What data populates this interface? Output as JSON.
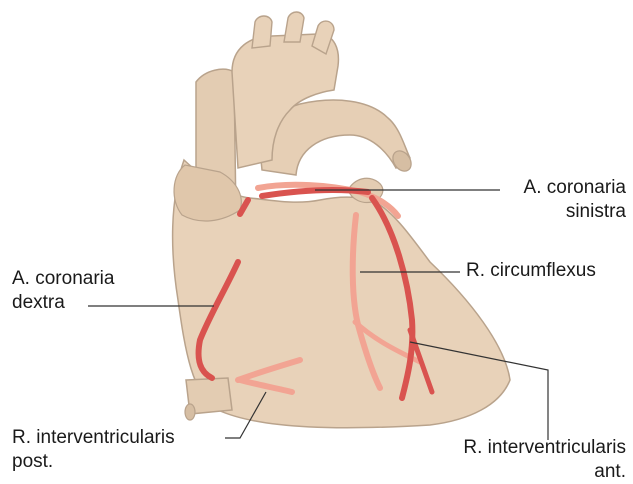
{
  "colors": {
    "heart_fill": "#e8d2b9",
    "heart_outline": "#b9a38c",
    "heart_shade": "#d9c0a3",
    "artery_dark": "#d9534f",
    "artery_light": "#f2a493",
    "text": "#1a1a1a",
    "leader": "#333333"
  },
  "labels": {
    "coronaria_sinistra": {
      "line1": "A. coronaria",
      "line2": "sinistra"
    },
    "circumflexus": {
      "line1": "R. circumflexus"
    },
    "coronaria_dextra": {
      "line1": "A. coronaria",
      "line2": "dextra"
    },
    "interventricularis_post": {
      "line1": "R. interventricularis",
      "line2": "post."
    },
    "interventricularis_ant": {
      "line1": "R. interventricularis",
      "line2": "ant."
    }
  }
}
